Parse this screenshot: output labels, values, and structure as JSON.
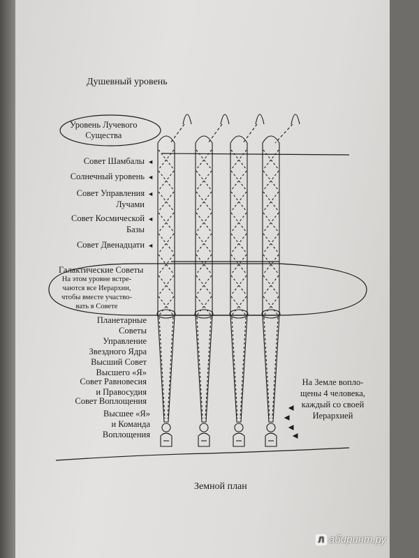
{
  "heading": "Душевный уровень",
  "footer": "Земной план",
  "ray_being_label": [
    "Уровень Лучевого",
    "Существа"
  ],
  "levels": [
    {
      "lines": [
        "Совет Шамбалы"
      ],
      "arrow": "◄"
    },
    {
      "lines": [
        "Солнечный уровень"
      ],
      "arrow": "◄"
    },
    {
      "lines": [
        "Совет Управления",
        "Лучами"
      ],
      "arrow": "◄"
    },
    {
      "lines": [
        "Совет Космической",
        "Базы"
      ],
      "arrow": "◄"
    },
    {
      "lines": [
        "Совет Двенадцати"
      ],
      "arrow": "◄"
    }
  ],
  "galactic": {
    "title": "Галактические Советы",
    "text": [
      "На этом уровне встре-",
      "чаются все Иерархии,",
      "чтобы вместе участво-",
      "вать в Совете"
    ]
  },
  "lower_levels": [
    [
      "Планетарные",
      "Советы"
    ],
    [
      "Управление",
      "Звездного Ядра"
    ],
    [
      "Высший Совет",
      "Высшего «Я»"
    ],
    [
      "Совет Равновесия",
      "и Правосудия"
    ],
    [
      "Совет Воплощения"
    ],
    [
      "Высшее «Я»",
      "и Команда",
      "Воплощения"
    ]
  ],
  "note": [
    "На Земле вопло-",
    "щены 4 человека,",
    "каждый со своей",
    "Иерархией"
  ],
  "watermark": "абиринт.ру",
  "watermark_badge": "Л",
  "colors": {
    "paper": "#e0dfdd",
    "ink": "#1d1c1a",
    "backdrop": "#6f6d6a"
  }
}
